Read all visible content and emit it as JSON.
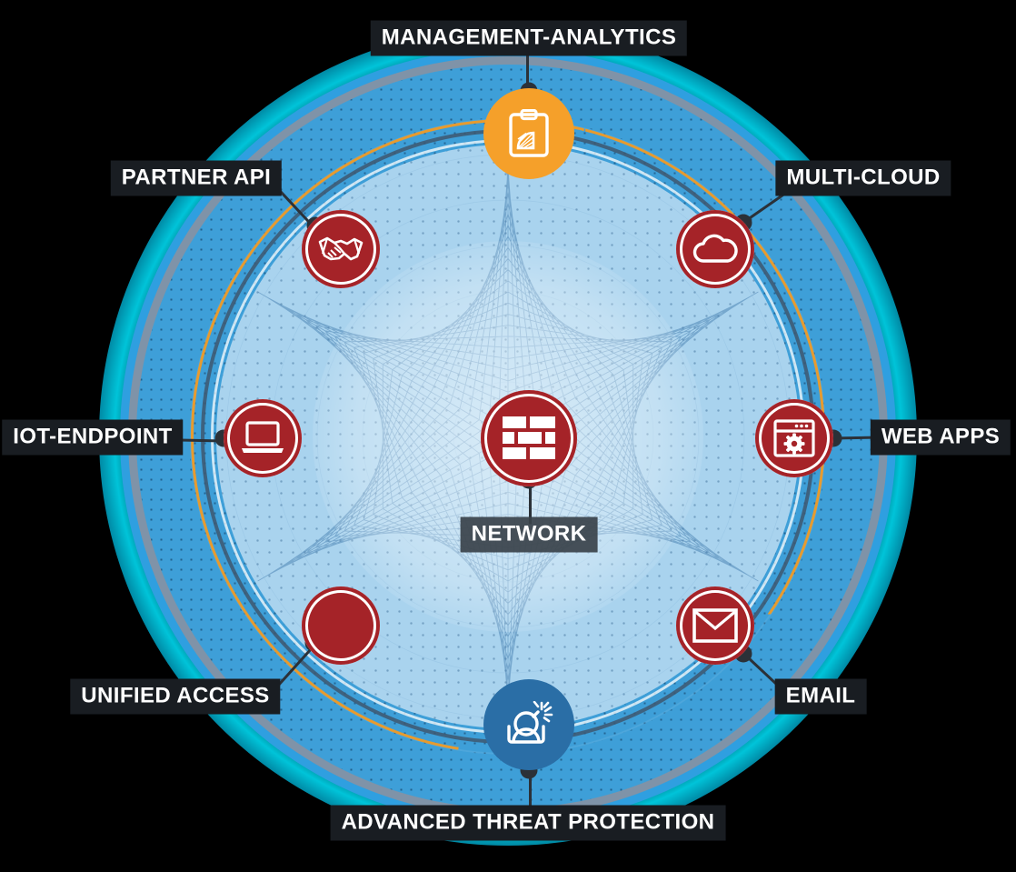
{
  "diagram": {
    "title_visible": false,
    "center": {
      "label": "NETWORK",
      "icon": "firewall-brick-icon",
      "color": "#a52328"
    },
    "nodes": [
      {
        "id": "management-analytics",
        "label": "MANAGEMENT-ANALYTICS",
        "icon": "clipboard-analytics-icon",
        "color": "#f5a02a",
        "angle_deg": 270,
        "label_pos": "top"
      },
      {
        "id": "multi-cloud",
        "label": "MULTI-CLOUD",
        "icon": "cloud-icon",
        "color": "#a52328",
        "angle_deg": 315,
        "label_pos": "top-right"
      },
      {
        "id": "web-apps",
        "label": "WEB APPS",
        "icon": "browser-gear-icon",
        "color": "#a52328",
        "angle_deg": 0,
        "label_pos": "right"
      },
      {
        "id": "email",
        "label": "EMAIL",
        "icon": "envelope-icon",
        "color": "#a52328",
        "angle_deg": 45,
        "label_pos": "bottom-right"
      },
      {
        "id": "advanced-threat-protection",
        "label": "ADVANCED THREAT PROTECTION",
        "icon": "sandbox-bomb-icon",
        "color": "#2a6ea6",
        "angle_deg": 90,
        "label_pos": "bottom"
      },
      {
        "id": "unified-access",
        "label": "UNIFIED ACCESS",
        "icon": "blank-icon",
        "color": "#a52328",
        "angle_deg": 135,
        "label_pos": "bottom-left"
      },
      {
        "id": "iot-endpoint",
        "label": "IOT-ENDPOINT",
        "icon": "laptop-icon",
        "color": "#a52328",
        "angle_deg": 180,
        "label_pos": "left"
      },
      {
        "id": "partner-api",
        "label": "PARTNER API",
        "icon": "handshake-icon",
        "color": "#a52328",
        "angle_deg": 225,
        "label_pos": "top-left"
      }
    ],
    "palette": {
      "background": "#000000",
      "glow_cyan": "#00e0ff",
      "ring_blue": "#3e9fd8",
      "ring_navy": "#3e5770",
      "ring_orange": "#e79b2f",
      "disc_light_blue": "#a9d3ee",
      "node_red": "#a52328",
      "node_blue": "#2a6ea6",
      "node_orange": "#f5a02a",
      "label_bg": "#191d22",
      "label_bg_soft": "#3a424a",
      "label_text": "#ffffff"
    }
  }
}
